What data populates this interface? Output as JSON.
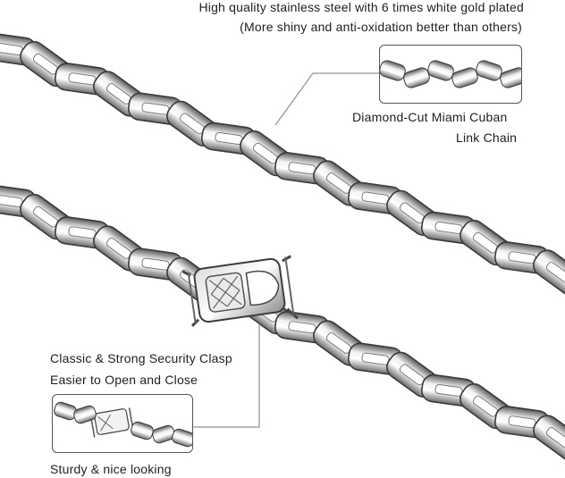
{
  "header": {
    "line1": "High quality stainless steel with 6 times white gold plated",
    "line2": "(More shiny and anti-oxidation better than others)"
  },
  "callout_top": {
    "line1": "Diamond-Cut Miami Cuban",
    "line2": "Link Chain"
  },
  "callout_bottom": {
    "line1": "Classic & Strong Security Clasp",
    "line2": "Easier to Open and Close",
    "line3": "Sturdy & nice looking"
  },
  "colors": {
    "steel_light": "#f4f4f4",
    "steel_mid": "#b9b9b9",
    "steel_dark": "#3c3c3c",
    "leader_line": "#777777"
  }
}
